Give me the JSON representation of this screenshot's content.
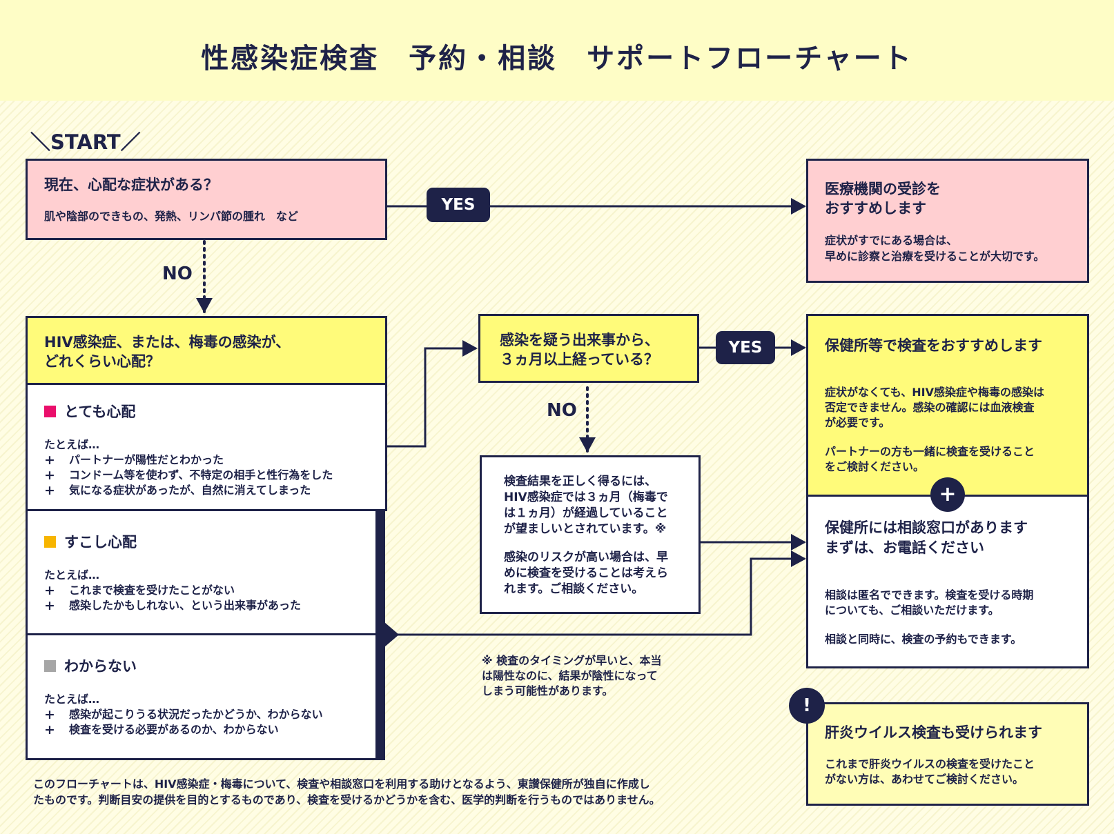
{
  "title": "性感染症検査　予約・相談　サポートフローチャート",
  "start_label": "＼START／",
  "q1": {
    "title": "現在、心配な症状がある？",
    "sub": "肌や陰部のできもの、発熱、リンパ節の腫れ　など"
  },
  "yes_label": "YES",
  "no_label": "NO",
  "r1": {
    "title_line1": "医療機関の受診を",
    "title_line2": "おすすめします",
    "body_line1": "症状がすでにある場合は、",
    "body_line2": "早めに診察と治療を受けることが大切です。"
  },
  "q2": {
    "title_line1": "HIV感染症、または、梅毒の感染が、",
    "title_line2": "どれくらい心配？"
  },
  "level_high": {
    "label": "とても心配",
    "intro": "たとえば…",
    "items": [
      "パートナーが陽性だとわかった",
      "コンドーム等を使わず、不特定の相手と性行為をした",
      "気になる症状があったが、自然に消えてしまった"
    ]
  },
  "level_mid": {
    "label": "すこし心配",
    "intro": "たとえば…",
    "items": [
      "これまで検査を受けたことがない",
      "感染したかもしれない、という出来事があった"
    ]
  },
  "level_unknown": {
    "label": "わからない",
    "intro": "たとえば…",
    "items": [
      "感染が起こりうる状況だったかどうか、わからない",
      "検査を受ける必要があるのか、わからない"
    ]
  },
  "q3": {
    "title_line1": "感染を疑う出来事から、",
    "title_line2": "３ヵ月以上経っている？"
  },
  "wait_box": {
    "p1": [
      "検査結果を正しく得るには、",
      "HIV感染症では３ヵ月（梅毒で",
      "は１ヵ月）が経過していること",
      "が望ましいとされています。※"
    ],
    "p2": [
      "感染のリスクが高い場合は、早",
      "めに検査を受けることは考えら",
      "れます。ご相談ください。"
    ]
  },
  "r2": {
    "title": "保健所等で検査をおすすめします",
    "p1": [
      "症状がなくても、HIV感染症や梅毒の感染は",
      "否定できません。感染の確認には血液検査",
      "が必要です。"
    ],
    "p2": [
      "パートナーの方も一緒に検査を受けること",
      "をご検討ください。"
    ]
  },
  "plus_label": "+",
  "r3": {
    "title_line1": "保健所には相談窓口があります",
    "title_line2": "まずは、お電話ください",
    "p1": [
      "相談は匿名でできます。検査を受ける時期",
      "についても、ご相談いただけます。"
    ],
    "p2": [
      "相談と同時に、検査の予約もできます。"
    ]
  },
  "note": [
    "※ 検査のタイミングが早いと、本当",
    "は陽性なのに、結果が陰性になって",
    "しまう可能性があります。"
  ],
  "hep": {
    "mark": "!",
    "title": "肝炎ウイルス検査も受けられます",
    "body": [
      "これまで肝炎ウイルスの検査を受けたこと",
      "がない方は、あわせてご検討ください。"
    ]
  },
  "footer": [
    "このフローチャートは、HIV感染症・梅毒について、検査や相談窓口を利用する助けとなるよう、東讃保健所が独自に作成し",
    "たものです。判断目安の提供を目的とするものであり、検査を受けるかどうかを含む、医学的判断を行うものではありません。"
  ],
  "colors": {
    "navy": "#1e2248",
    "pink": "#ffcfd1",
    "yellow": "#fffb7a",
    "light_yellow": "#fffdb6",
    "high": "#ea0f6b",
    "mid": "#f7b500",
    "unknown": "#a6a6a6"
  }
}
